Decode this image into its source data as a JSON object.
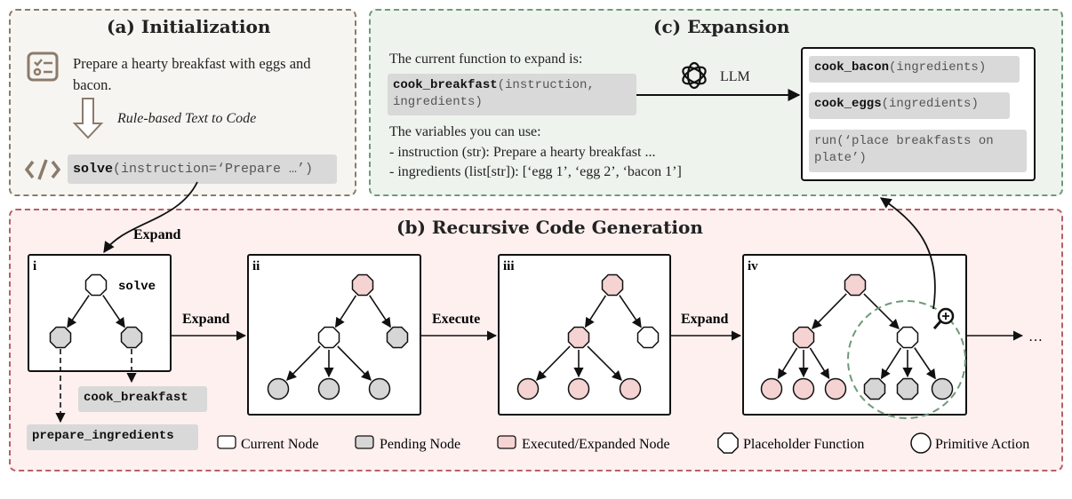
{
  "init": {
    "title": "(a) Initialization",
    "task_icon": "checklist-icon",
    "instruction": "Prepare a hearty breakfast with eggs and bacon.",
    "rule_label": "Rule-based Text to Code",
    "code_icon": "code-icon",
    "code_fn": "solve",
    "code_args": "(instruction=‘Prepare …’)"
  },
  "expansion": {
    "title": "(c) Expansion",
    "intro": "The current function to expand is:",
    "fn_name": "cook_breakfast",
    "fn_args_1": "(instruction,",
    "fn_args_2": "ingredients)",
    "vars_title": "The variables you can use:",
    "var_1": "- instruction (str): Prepare a hearty breakfast ...",
    "var_2": "- ingredients (list[str]): [‘egg 1’, ‘egg 2’, ‘bacon 1’]",
    "llm_icon": "openai-logo-icon",
    "llm_label": "LLM",
    "outputs": [
      {
        "fn": "cook_bacon",
        "args": "(ingredients)"
      },
      {
        "fn": "cook_eggs",
        "args": "(ingredients)"
      },
      {
        "fn": "",
        "args": "run(‘place breakfasts on plate’)"
      }
    ]
  },
  "recursive": {
    "title": "(b) Recursive Code Generation",
    "expand_top": "Expand",
    "panels": [
      "i",
      "ii",
      "iii",
      "iv"
    ],
    "root_label": "solve",
    "child_label_1": "cook_breakfast",
    "child_label_2": "prepare_ingredients",
    "steps": [
      "Expand",
      "Execute",
      "Expand"
    ],
    "ellipsis": "…",
    "colors": {
      "current": "#ffffff",
      "pending": "#d6d6d6",
      "executed": "#f6d3d3"
    },
    "legend": [
      "Current Node",
      "Pending Node",
      "Executed/Expanded Node",
      "Placeholder Function",
      "Primitive Action"
    ]
  }
}
